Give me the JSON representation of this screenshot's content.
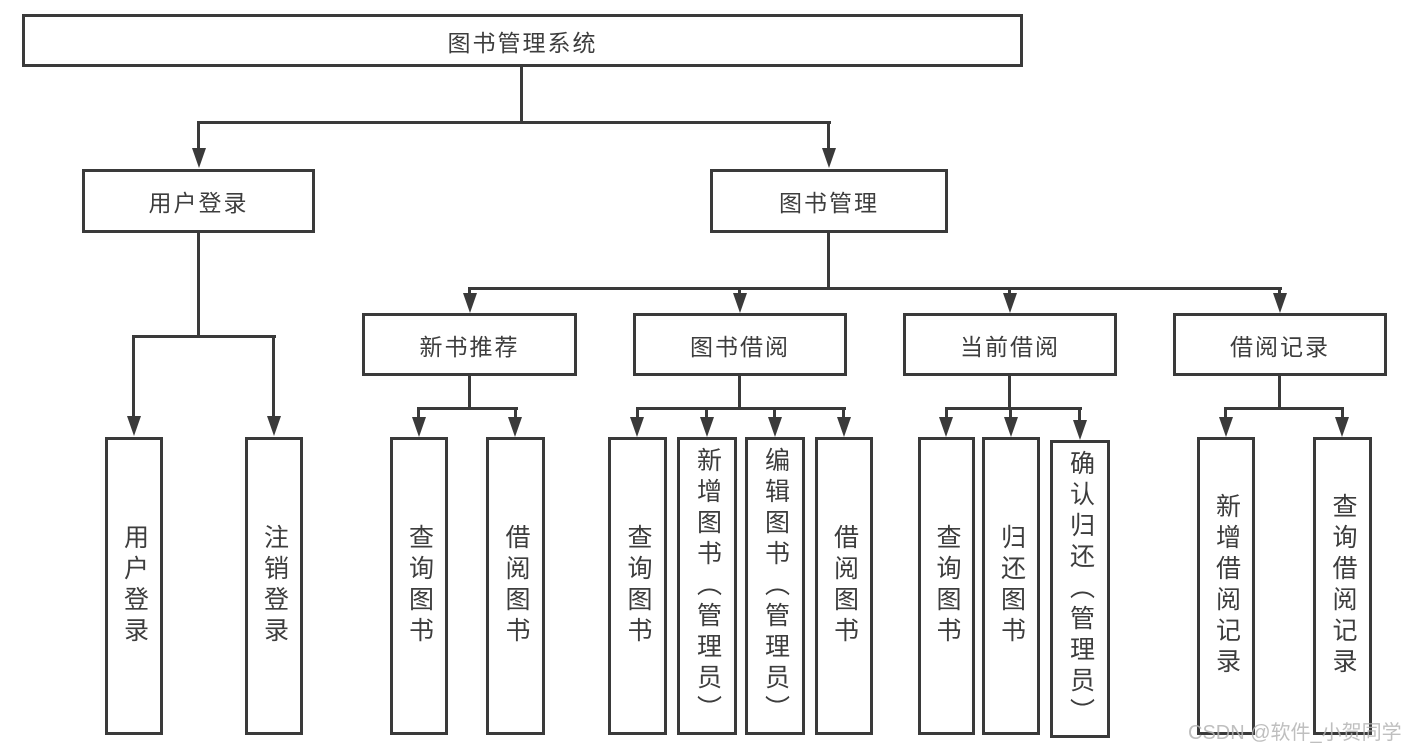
{
  "tree": {
    "root": "图书管理系统",
    "branches": [
      {
        "label": "用户登录",
        "leaves": [
          "用户登录",
          "注销登录"
        ]
      },
      {
        "label": "图书管理",
        "groups": [
          {
            "label": "新书推荐",
            "leaves": [
              "查询图书",
              "借阅图书"
            ]
          },
          {
            "label": "图书借阅",
            "leaves": [
              "查询图书",
              "新增图书（管理员）",
              "编辑图书（管理员）",
              "借阅图书"
            ]
          },
          {
            "label": "当前借阅",
            "leaves": [
              "查询图书",
              "归还图书",
              "确认归还（管理员）"
            ]
          },
          {
            "label": "借阅记录",
            "leaves": [
              "新增借阅记录",
              "查询借阅记录"
            ]
          }
        ]
      }
    ]
  },
  "watermark": "CSDN @软件_小贺同学",
  "colors": {
    "line": "#3a3a3a",
    "text": "#3d3d3d",
    "watermark": "#b4b4b4",
    "bg": "#ffffff"
  }
}
